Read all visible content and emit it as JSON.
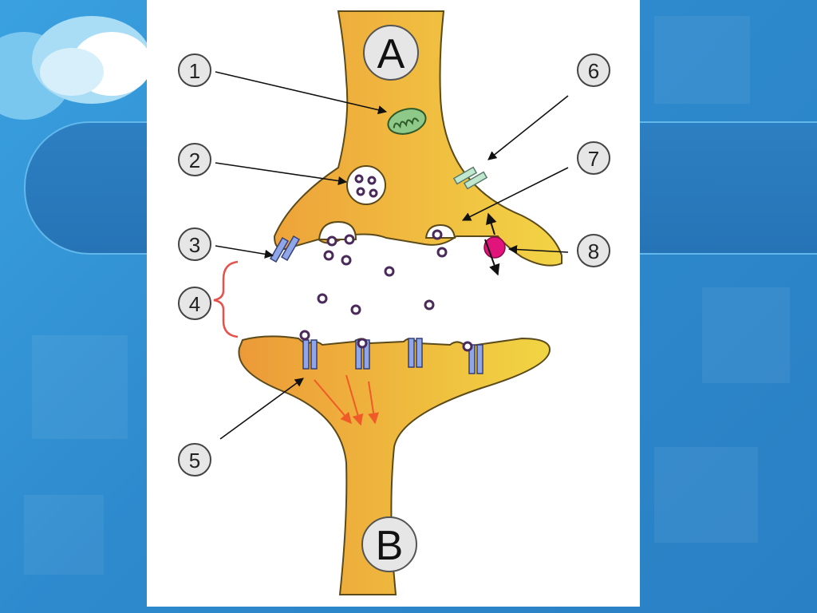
{
  "diagram": {
    "cell_labels": {
      "top": "A",
      "bottom": "B"
    },
    "callouts": [
      "1",
      "2",
      "3",
      "4",
      "5",
      "6",
      "7",
      "8"
    ]
  },
  "colors": {
    "background_blue": "#2f8fd0",
    "cell_fill": "#f0b436",
    "receptor_blue": "#8fa6e8",
    "channel_green": "#bfe8cf",
    "pump_magenta": "#e0147a",
    "flow_arrow_red": "#f05a28",
    "bracket_red": "#e8504a",
    "mitochondrion_green": "#2f8a3a"
  }
}
